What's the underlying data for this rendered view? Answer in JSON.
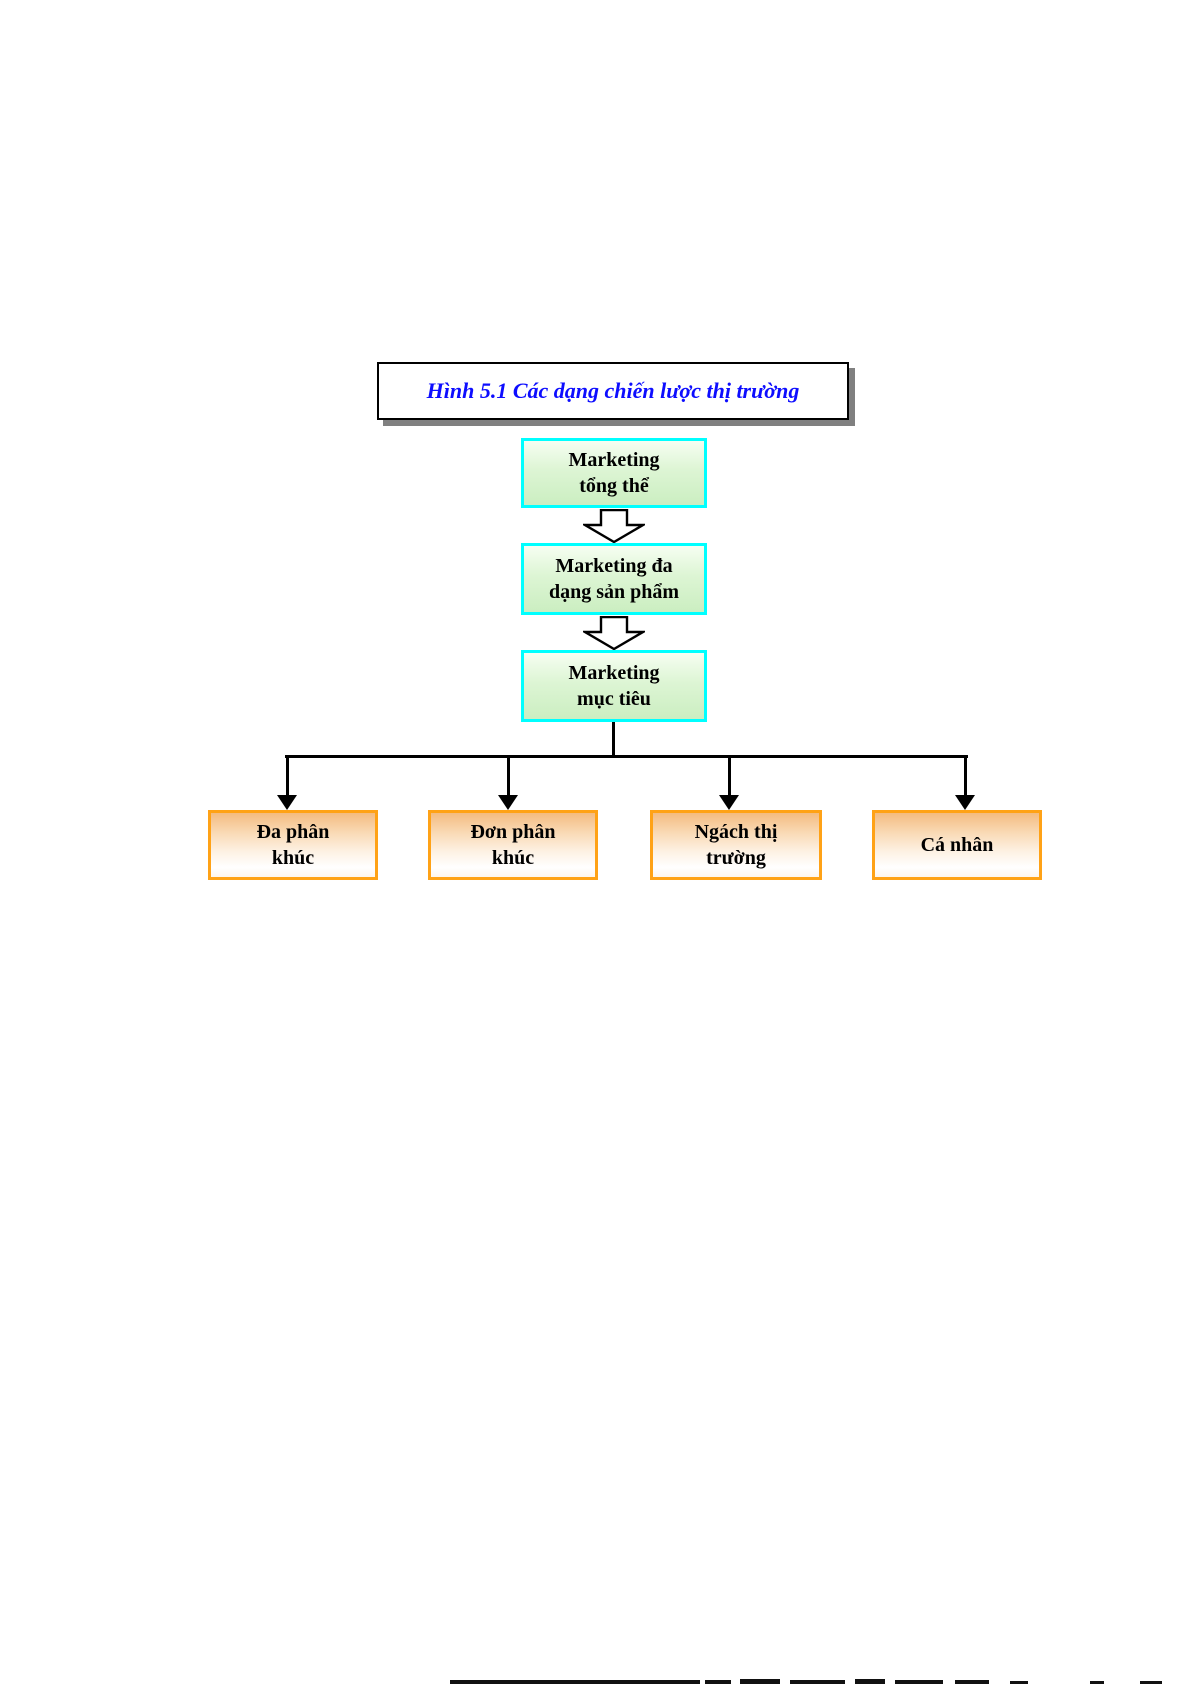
{
  "figure": {
    "title": "Hình 5.1 Các dạng chiến lược thị trường"
  },
  "flow": {
    "nodes": [
      {
        "name": "marketing-tong-the",
        "line1": "Marketing",
        "line2": "tổng thể"
      },
      {
        "name": "marketing-da-dang-san-pham",
        "line1": "Marketing đa",
        "line2": "dạng sản phẩm"
      },
      {
        "name": "marketing-muc-tieu",
        "line1": "Marketing",
        "line2": "mục tiêu"
      }
    ],
    "leaves": [
      {
        "name": "da-phan-khuc",
        "line1": "Đa phân",
        "line2": "khúc"
      },
      {
        "name": "don-phan-khuc",
        "line1": "Đơn phân",
        "line2": "khúc"
      },
      {
        "name": "ngach-thi-truong",
        "line1": "Ngách thị",
        "line2": "trường"
      },
      {
        "name": "ca-nhan",
        "line1": "Cá nhân",
        "line2": ""
      }
    ]
  },
  "colors": {
    "title_text": "#0d0dff",
    "title_border": "#000000",
    "title_shadow": "#808080",
    "flow_node_border": "#00ffff",
    "flow_node_fill": "#cbeec1",
    "leaf_border": "#ffa216",
    "leaf_fill_top": "#f4bb80",
    "connector": "#000000",
    "text": "#000000"
  }
}
